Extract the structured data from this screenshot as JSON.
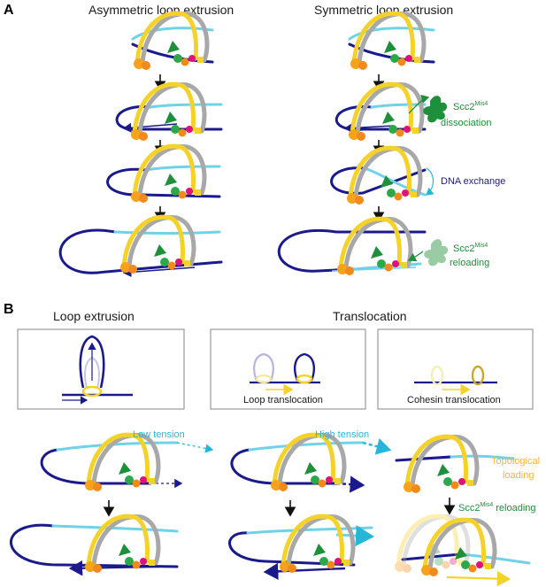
{
  "panel_a": {
    "letter": "A",
    "left_title": "Asymmetric loop extrusion",
    "right_title": "Symmetric loop extrusion",
    "scc2_label": "Scc2",
    "scc2_sup": "Mis4",
    "dissociation": "dissociation",
    "dna_exchange": "DNA exchange",
    "reloading": "reloading"
  },
  "panel_b": {
    "letter": "B",
    "loop_extrusion_title": "Loop extrusion",
    "translocation_title": "Translocation",
    "loop_translocation": "Loop translocation",
    "cohesin_translocation": "Cohesin translocation",
    "low_tension": "Low tension",
    "high_tension": "High tension",
    "topological": "Topological",
    "loading": "loading",
    "scc2_label": "Scc2",
    "scc2_sup": "Mis4",
    "reloading": "reloading"
  },
  "colors": {
    "dna_dark": "#1b1a8c",
    "dna_light": "#6fd3e8",
    "smc_yellow": "#f5d22a",
    "smc_grey": "#a8a8a8",
    "scc2_green": "#1e8f3a",
    "accent_cyan": "#25b7d9",
    "accent_orange": "#f7b43c",
    "kleisin_orange": "#f08a1c",
    "magenta": "#e0117f"
  },
  "icons": [
    "cohesin-complex-icon",
    "scc2-protein-icon",
    "down-arrow-icon",
    "curved-arrow-icon"
  ]
}
